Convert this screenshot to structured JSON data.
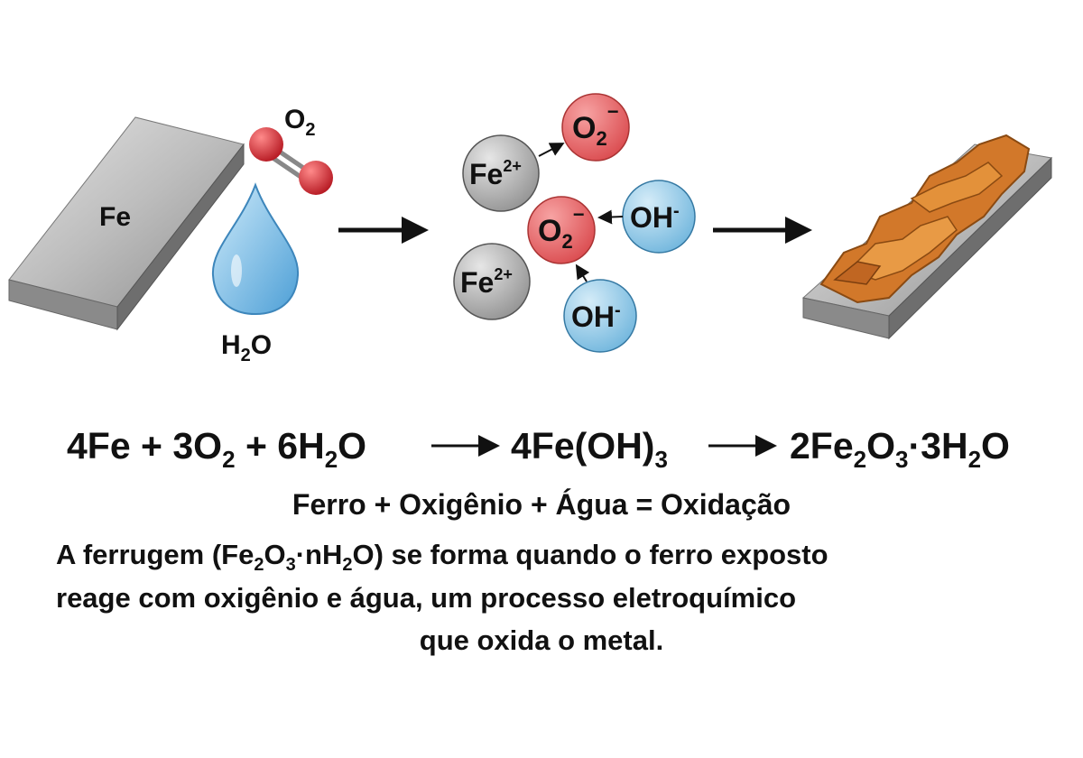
{
  "illustration": {
    "iron_bar_label": "Fe",
    "oxygen_label": [
      "O",
      "2"
    ],
    "water_label": [
      "H",
      "2",
      "O"
    ],
    "ions": {
      "fe_top": [
        "Fe",
        "2+"
      ],
      "fe_bottom": [
        "Fe",
        "2+"
      ],
      "o2_top": [
        "O",
        "2",
        "−"
      ],
      "o2_middle": [
        "O",
        "2",
        "−"
      ],
      "oh_right": [
        "OH",
        "-"
      ],
      "oh_bottom": [
        "OH",
        "-"
      ]
    }
  },
  "equation": {
    "parts": [
      "4Fe + 3O",
      "2",
      " + 6H",
      "2",
      "O",
      "4Fe(OH)",
      "3",
      "2Fe",
      "2",
      "O",
      "3",
      "·3H",
      "2",
      "O"
    ]
  },
  "word_equation": "Ferro + Oxigênio + Água = Oxidação",
  "description": {
    "line1_parts": [
      "A ferrugem (Fe",
      "2",
      "O",
      "3",
      "·nH",
      "2",
      "O) se forma quando o ferro exposto"
    ],
    "line2": "reage com oxigênio e água, um processo eletroquímico",
    "line3": "que oxida o metal."
  },
  "colors": {
    "iron": "#b5b5b5",
    "oxygen": "#e0595c",
    "hydroxide": "#8cc8e8",
    "rust": "#d2782a"
  }
}
